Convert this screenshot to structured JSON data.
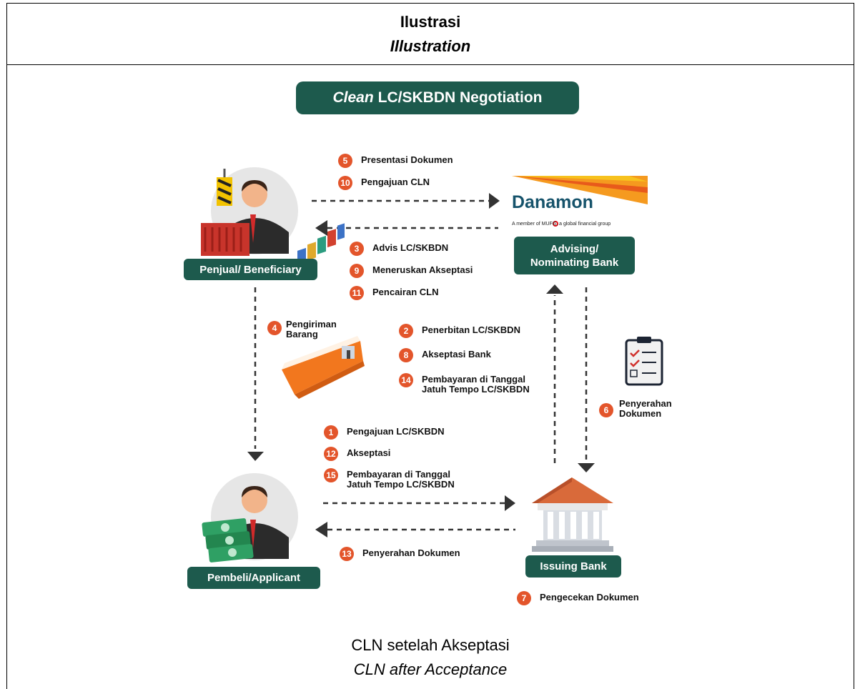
{
  "header": {
    "title": "Ilustrasi",
    "title_en": "Illustration"
  },
  "diagram_title": {
    "italic": "Clean",
    "rest": "LC/SKBDN Negotiation"
  },
  "nodes": {
    "beneficiary": "Penjual/ Beneficiary",
    "advising_bank_line1": "Advising/",
    "advising_bank_line2": "Nominating Bank",
    "applicant": "Pembeli/Applicant",
    "issuing_bank": "Issuing Bank"
  },
  "logo": {
    "name": "Danamon",
    "tagline": "A member of MUFG, a global financial group"
  },
  "steps": {
    "s1": {
      "num": "1",
      "text": "Pengajuan LC/SKBDN"
    },
    "s2": {
      "num": "2",
      "text": "Penerbitan LC/SKBDN"
    },
    "s3": {
      "num": "3",
      "text": "Advis LC/SKBDN"
    },
    "s4": {
      "num": "4",
      "line1": "Pengiriman",
      "line2": "Barang"
    },
    "s5": {
      "num": "5",
      "text": "Presentasi Dokumen"
    },
    "s6": {
      "num": "6",
      "line1": "Penyerahan",
      "line2": "Dokumen"
    },
    "s7": {
      "num": "7",
      "text": "Pengecekan Dokumen"
    },
    "s8": {
      "num": "8",
      "text": "Akseptasi Bank"
    },
    "s9": {
      "num": "9",
      "text": "Meneruskan Akseptasi"
    },
    "s10": {
      "num": "10",
      "text": "Pengajuan CLN"
    },
    "s11": {
      "num": "11",
      "text": "Pencairan CLN"
    },
    "s12": {
      "num": "12",
      "text": "Akseptasi"
    },
    "s13": {
      "num": "13",
      "text": "Penyerahan Dokumen"
    },
    "s14": {
      "num": "14",
      "line1": "Pembayaran di Tanggal",
      "line2": "Jatuh Tempo LC/SKBDN"
    },
    "s15": {
      "num": "15",
      "line1": "Pembayaran di Tanggal",
      "line2": "Jatuh Tempo LC/SKBDN"
    }
  },
  "caption": {
    "line1": "CLN setelah Akseptasi",
    "line2": "CLN after Acceptance"
  },
  "colors": {
    "green": "#1d5a4d",
    "orange": "#e3552b",
    "arrow": "#333333"
  }
}
